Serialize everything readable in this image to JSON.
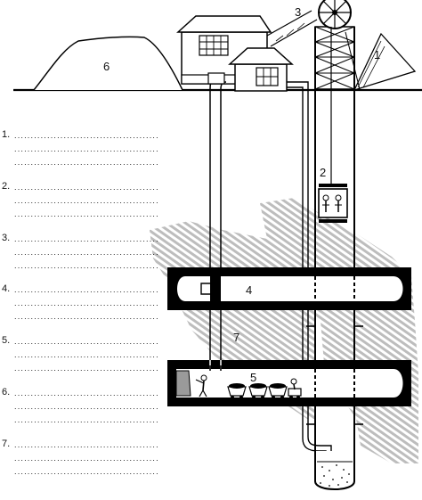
{
  "labels": {
    "item_1": "1",
    "item_2": "2",
    "item_3": "3",
    "item_4": "4",
    "item_5": "5",
    "item_6": "6",
    "item_7": "7"
  },
  "answer_list": {
    "numbers": [
      "1.",
      "2.",
      "3.",
      "4.",
      "5.",
      "6.",
      "7."
    ],
    "blank_line": "............................................"
  }
}
